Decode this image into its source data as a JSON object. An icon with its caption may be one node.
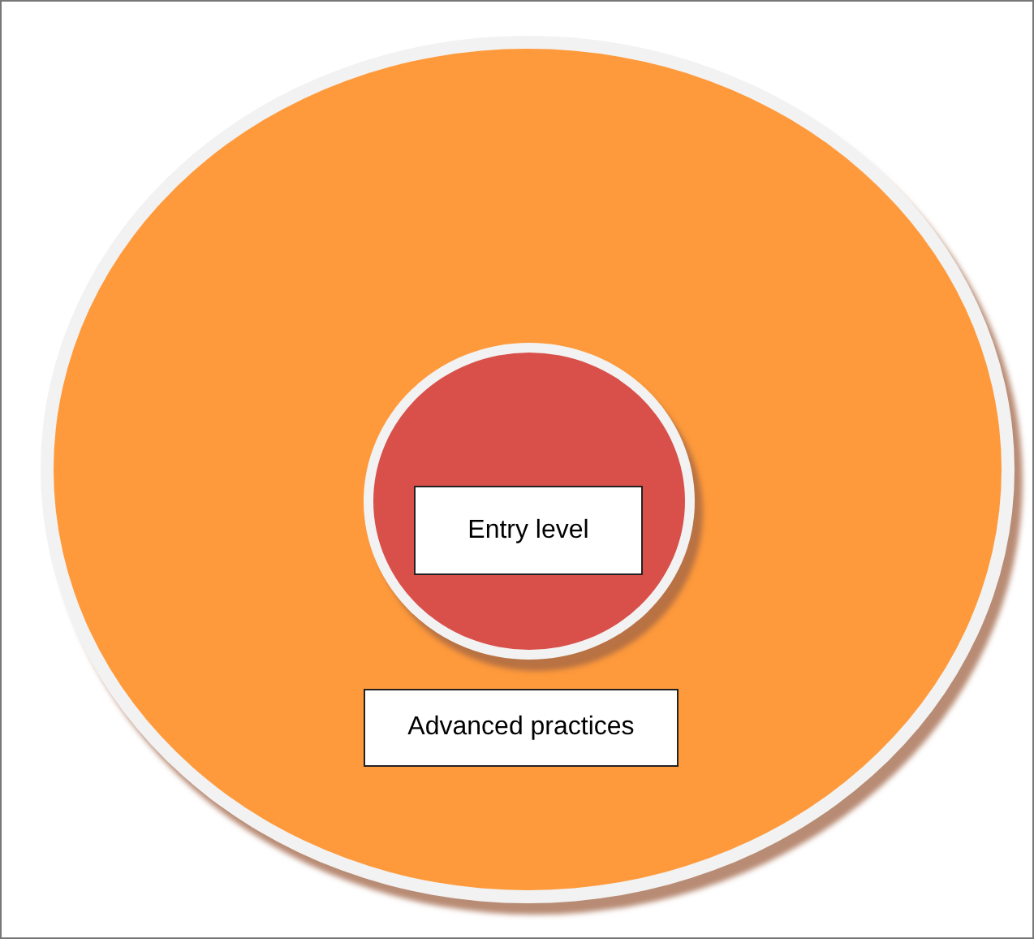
{
  "diagram": {
    "nodes": [
      {
        "text": [
          "Advanced practices"
        ]
      },
      {
        "text": [
          "Entry level"
        ],
        "in": 0
      }
    ]
  }
}
